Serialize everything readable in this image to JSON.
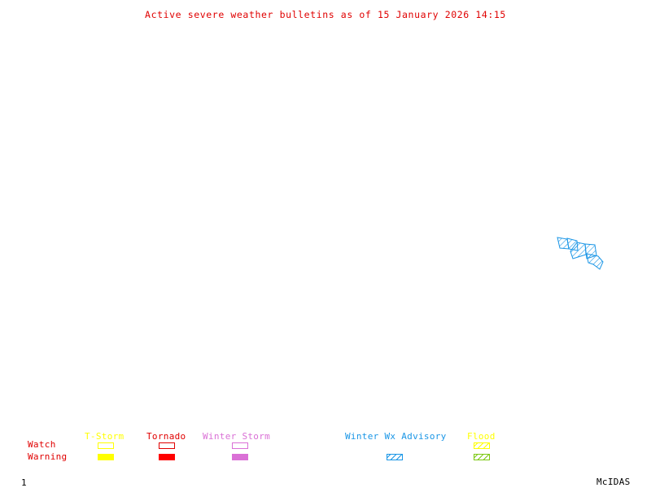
{
  "title": "Active severe weather bulletins as of 15 January 2026 14:15",
  "map": {
    "features": [
      {
        "type": "winter-wx-advisory",
        "color": "#1a96e6",
        "region": "right-center (eastern area)"
      }
    ]
  },
  "legend": {
    "row_labels": {
      "watch": "Watch",
      "warning": "Warning"
    },
    "row_label_color": "#e00000",
    "categories": [
      {
        "name": "T-Storm",
        "color": "#ffff00",
        "has_watch": true,
        "has_warning": true,
        "style": "solid"
      },
      {
        "name": "Tornado",
        "color": "#ff0000",
        "has_watch": true,
        "has_warning": true,
        "style": "solid"
      },
      {
        "name": "Winter Storm",
        "color": "#da70d6",
        "has_watch": true,
        "has_warning": true,
        "style": "solid"
      },
      {
        "name": "Winter Wx Advisory",
        "color": "#1a96e6",
        "has_watch": false,
        "has_warning": true,
        "style": "hatched"
      },
      {
        "name": "Flood",
        "color": "#ffff00",
        "warning_color": "#7cc812",
        "has_watch": true,
        "has_warning": true,
        "style": "hatched"
      }
    ]
  },
  "footer": {
    "frame_number": "1",
    "software": "McIDAS"
  }
}
